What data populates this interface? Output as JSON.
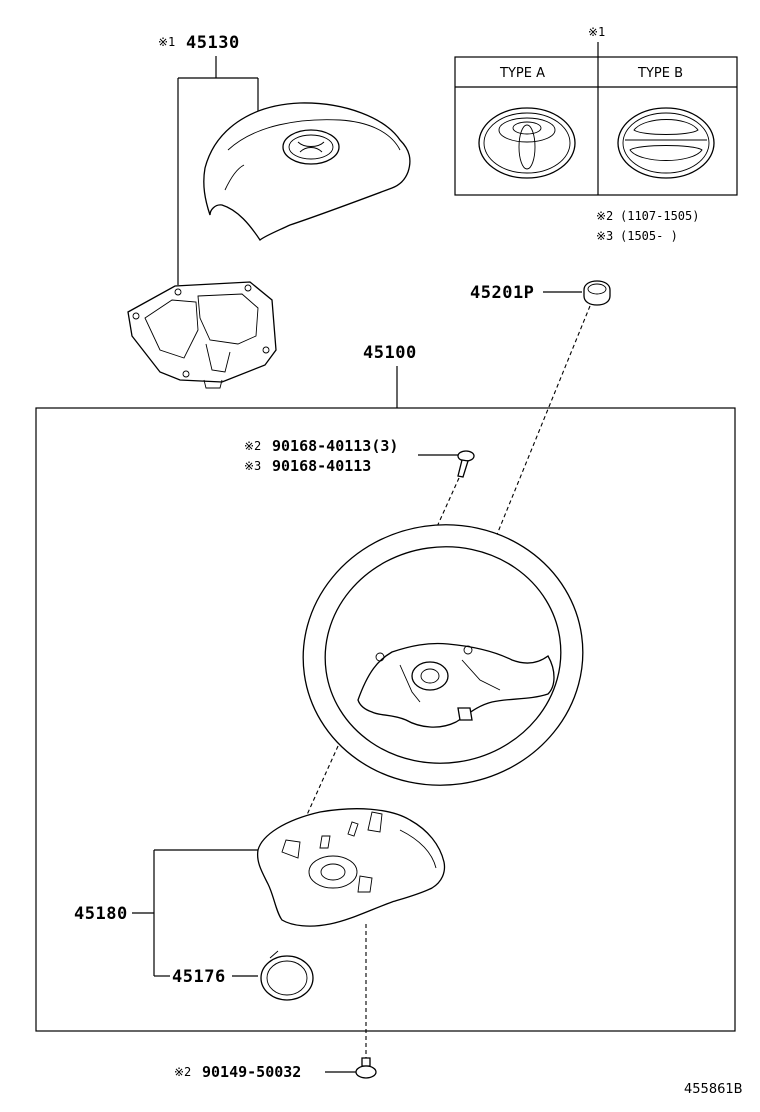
{
  "parts": {
    "horn_pad": {
      "mark": "※1",
      "number": "45130"
    },
    "wheel_assy": {
      "number": "45100"
    },
    "cap": {
      "number": "45201P"
    },
    "screw_1": {
      "mark": "※2",
      "number": "90168-40113(3)"
    },
    "screw_2": {
      "mark": "※3",
      "number": "90168-40113"
    },
    "lower_cover": {
      "number": "45180"
    },
    "spring": {
      "number": "45176"
    },
    "bottom_screw": {
      "mark": "※2",
      "number": "90149-50032"
    }
  },
  "emblem_table": {
    "mark": "※1",
    "type_a": "TYPE A",
    "type_b": "TYPE B"
  },
  "notes": [
    {
      "mark": "※2",
      "range": "(1107-1505)"
    },
    {
      "mark": "※3",
      "range": "(1505-      )"
    }
  ],
  "diagram_ref": "455861B"
}
